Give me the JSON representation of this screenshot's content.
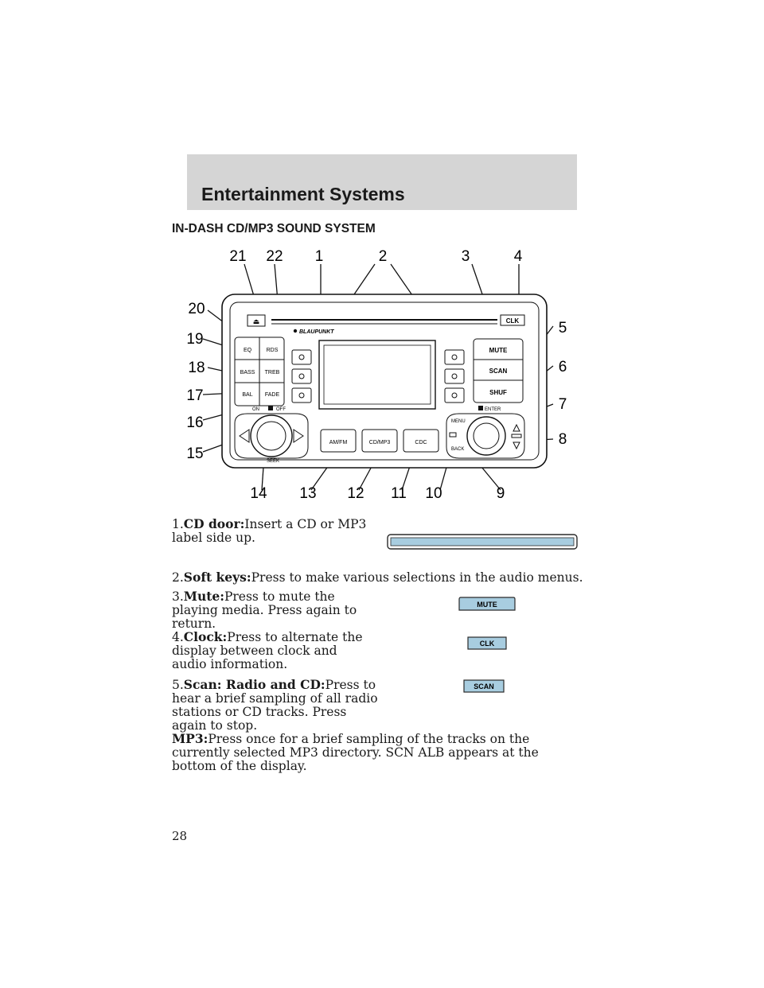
{
  "header": {
    "title": "Entertainment Systems"
  },
  "section_title": "IN-DASH CD/MP3 SOUND SYSTEM",
  "radio": {
    "brand": "BLAUPUNKT",
    "callouts": [
      "1",
      "2",
      "3",
      "4",
      "5",
      "6",
      "7",
      "8",
      "9",
      "10",
      "11",
      "12",
      "13",
      "14",
      "15",
      "16",
      "17",
      "18",
      "19",
      "20",
      "21",
      "22"
    ],
    "left_buttons": [
      [
        "EQ",
        "RDS"
      ],
      [
        "BASS",
        "TREB"
      ],
      [
        "BAL",
        "FADE"
      ]
    ],
    "right_buttons": [
      "MUTE",
      "SCAN",
      "SHUF"
    ],
    "clk": "CLK",
    "on_off_on": "ON",
    "on_off_off": "OFF",
    "enter": "ENTER",
    "menu": "MENU",
    "back": "BACK",
    "seek": "SEEK",
    "source_buttons": [
      "AM/FM",
      "CD/MP3",
      "CDC"
    ]
  },
  "items": [
    {
      "num": "1.",
      "term": "CD door:",
      "text": "Insert a CD or MP3 label side up."
    },
    {
      "num": "2.",
      "term": "Soft keys:",
      "text": "Press to make various selections in the audio menus."
    },
    {
      "num": "3.",
      "term": "Mute:",
      "text": "Press to mute the playing media. Press again to return."
    },
    {
      "num": "4.",
      "term": "Clock:",
      "text": "Press to alternate the display between clock and audio information."
    },
    {
      "num": "5.",
      "term": "Scan: Radio and CD:",
      "text": "Press to hear a brief sampling of all radio stations or CD tracks. Press again to stop."
    },
    {
      "num": "",
      "term": "MP3:",
      "text": "Press once for a brief sampling of the tracks on the currently selected MP3 directory. SCN ALB appears at the bottom of the display."
    }
  ],
  "key_images": {
    "mute": "MUTE",
    "clk": "CLK",
    "scan": "SCAN"
  },
  "page_number": "28",
  "colors": {
    "header_band": "#d5d5d5",
    "key_fill": "#a8cde0",
    "key_border": "#2a2a2a"
  }
}
